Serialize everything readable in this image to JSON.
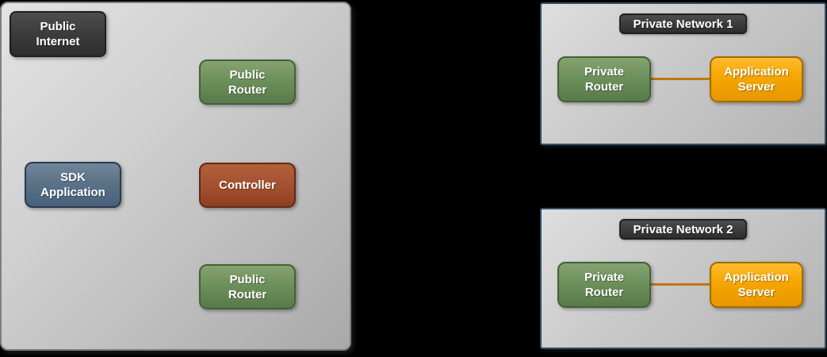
{
  "diagram": {
    "public_cloud": {
      "label": "Public Internet",
      "nodes": {
        "public_router_top": "Public Router",
        "sdk_application": "SDK Application",
        "controller": "Controller",
        "public_router_bottom": "Public Router"
      }
    },
    "private_networks": [
      {
        "title": "Private Network 1",
        "router": "Private Router",
        "server": "Application Server"
      },
      {
        "title": "Private Network 2",
        "router": "Private Router",
        "server": "Application Server"
      }
    ],
    "colors": {
      "background": "#000000",
      "region_fill": "#c9c9c9",
      "router_green": "#6d905c",
      "sdk_blue": "#5b7287",
      "controller_red": "#a65232",
      "server_orange": "#f5a600",
      "badge_dark": "#3a3a3a",
      "connector_orange": "#c0770b",
      "network_border": "#2f4f6f"
    }
  }
}
